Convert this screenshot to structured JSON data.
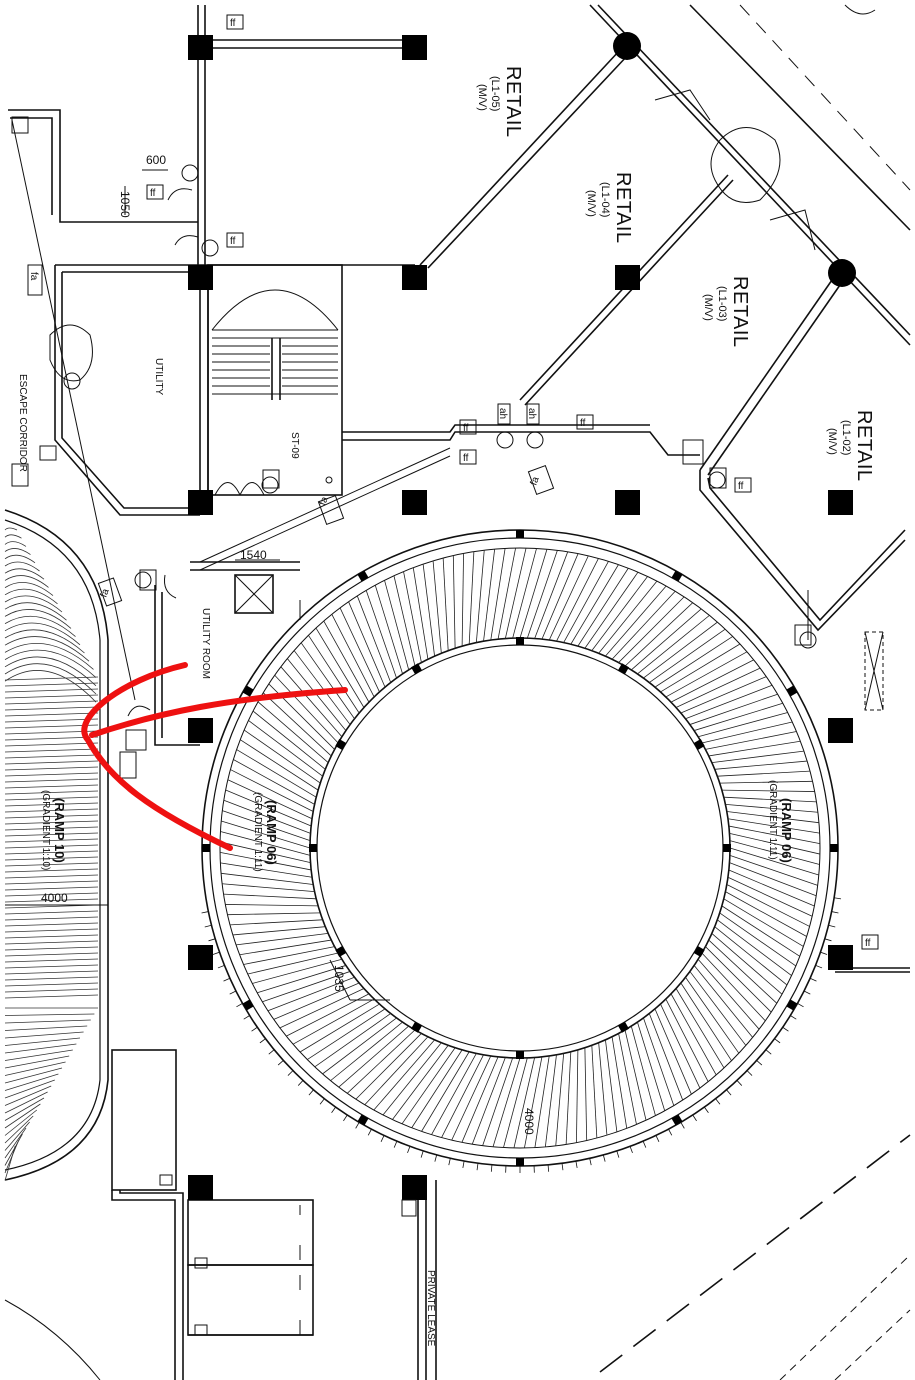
{
  "rooms": {
    "retail_1": {
      "title": "RETAIL",
      "code": "(L1-05)",
      "sub": "(M/V)"
    },
    "retail_2": {
      "title": "RETAIL",
      "code": "(L1-04)",
      "sub": "(M/V)"
    },
    "retail_3": {
      "title": "RETAIL",
      "code": "(L1-03)",
      "sub": "(M/V)"
    },
    "retail_4": {
      "title": "RETAIL",
      "code": "(L1-02)",
      "sub": "(M/V)"
    },
    "utility": "UTILITY",
    "utility_room": "UTILITY ROOM",
    "stair": "ST-09",
    "escape": "ESCAPE CORRIDOR",
    "private_lease": "PRIVATE LEASE"
  },
  "ramps": {
    "ramp10_name": "(RAMP 10)",
    "ramp10_grad": "(GRADIENT 1:10)",
    "ramp06_left_name": "(RAMP 06)",
    "ramp06_left_grad": "(GRADIENT 1:11)",
    "ramp06_right_name": "(RAMP 06)",
    "ramp06_right_grad": "(GRADIENT 1:11)"
  },
  "dims": {
    "d600": "600",
    "d1050": "1050",
    "d1540": "1540",
    "d4000_left": "4000",
    "d4000_bottom": "4000",
    "d1035": "1035"
  },
  "tags": {
    "ff": "ff",
    "fa": "fa",
    "ah": "ah"
  },
  "colors": {
    "line": "#111111",
    "markup": "#ee1111",
    "background": "#ffffff"
  }
}
